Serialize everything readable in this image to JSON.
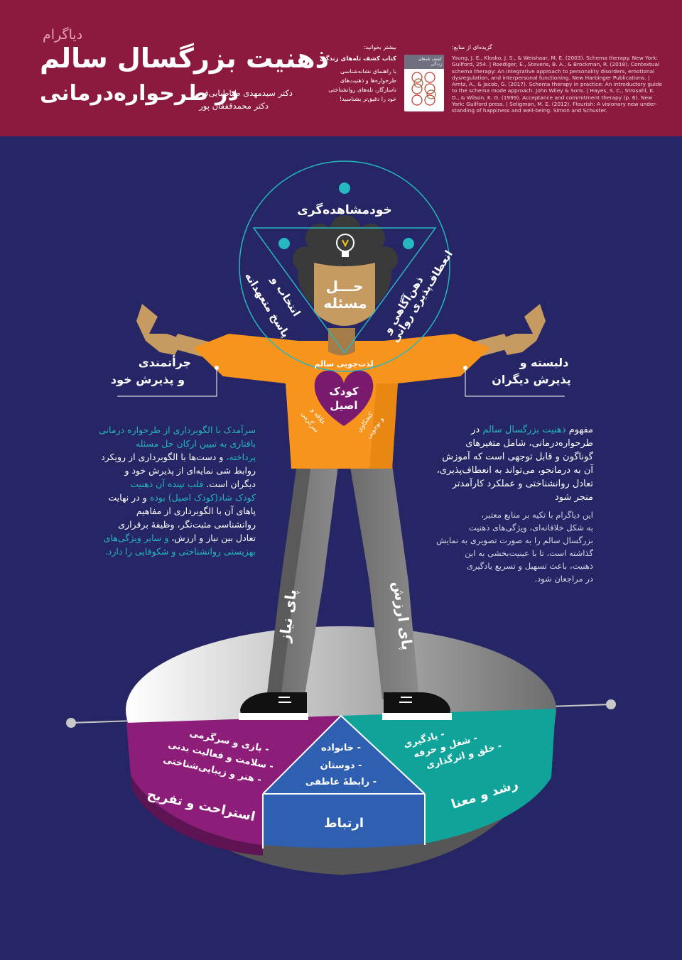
{
  "header": {
    "label": "دیاگرام",
    "title_line1": "ذهنیت بزرگسال سالم",
    "title_line2": "در طرحواره‌درمانی",
    "author1": "دکتر سیدمهدی طباطبایی‌فر",
    "author2": "دکتر محمدقفقان پور",
    "more_title": "بیشتر بخوانید:",
    "more_book": "کتاب کشف تله‌های زندگی",
    "more_lines": [
      "با راهنمای نشانه‌شناسی",
      "طرحواره‌ها و ذهنیت‌های",
      "ناسازگار، تله‌های روانشناختی",
      "خود را دقیق‌تر بشناسید!"
    ],
    "book_cover_label": "کشف تله‌های زندگی",
    "refs_title": "گزیده‌ای از منابع:",
    "refs_lines": [
      "Young, J. E., Klosko, J. S., & Weishaar, M. E. (2003). Schema therapy. New York:",
      "Guilford, 254. | Roediger, E., Stevens, B. A., & Brockman, R. (2018). Contextual",
      "schema therapy: An integrative approach to personality disorders, emotional",
      "dysregulation, and interpersonal functioning. New Harbinger Publications. |",
      "Arntz, A., & Jacob, G. (2017). Schema therapy in practice: An introductory guide",
      "to the schema mode approach. John Wiley & Sons. | Hayes, S. C., Strosahl, K.",
      "D., & Wilson, K. G. (1999). Acceptance and commitment therapy (p. 6). New",
      "York: Guilford press. | Seligman, M. E. (2012). Flourish: A visionary new under-",
      "standing of happiness and well-being. Simon and Schuster."
    ]
  },
  "diagram": {
    "top": "خودمشاهده‌گری",
    "left_arc_1": "انتخاب و",
    "left_arc_2": "پاسخ متعهدانه",
    "right_arc_1": "ذهن‌آگاهی و",
    "right_arc_2": "انعطاف‌پذیری روانی",
    "center_1": "حـــل",
    "center_2": "مسئله",
    "joy": "لذت‌جویی سالم",
    "heart_1": "کودک",
    "heart_2": "اصیل",
    "heart_left_1": "علاقه و",
    "heart_left_2": "سرگرمی",
    "heart_right_1": "کنجکاوی",
    "heart_right_2": "و نوجویی",
    "left_hand_1": "جرأتمندی",
    "left_hand_2": "و پذیرش خود",
    "right_hand_1": "دلبسته و",
    "right_hand_2": "پذیرش دیگران",
    "leg_left": "پای نیاز",
    "leg_right": "پای ارزش"
  },
  "base": {
    "leisure_title": "استراحت و تفریح",
    "leisure_items": [
      "- بازی و سرگرمی",
      "- سلامت و فعالیت بدنی",
      "- هنر و زیبایی‌شناختی"
    ],
    "relation_title": "ارتباط",
    "relation_items": [
      "- خانواده",
      "- دوستان",
      "- رابطهٔ عاطفی"
    ],
    "growth_title": "رشد و معنا",
    "growth_items": [
      "- یادگیری",
      "- شغل و حرفه",
      "- خلق و اثرگذاری"
    ]
  },
  "text_left": {
    "l1": "سرآمدک با الگوبرداری از طرحواره درمانی",
    "l2": "بافتاری به تبیین ارکان حل مسئله",
    "l3a": "پرداخته،",
    "l3b": " و دست‌ها با الگوبرداری از رویکرد",
    "l4": "روابط شی نمایه‌ای از پذیرش خود و",
    "l5a": "دیگران است.",
    "l5b": " قلب تپنده آن ذهنیت",
    "l6a": "کودک شاد(کودک اصیل) بوده",
    "l6b": " و در نهایت",
    "l7": "پاهای آن با الگوبرداری از مفاهیم",
    "l8": "روانشناسی مثبت‌نگر، وظیفهٔ برقراری",
    "l9a": "تعادل بین نیاز و ارزش،",
    "l9b": " و سایر ویژگی‌های",
    "l10": "بهزیستی روانشناختی و شکوفایی را دارد."
  },
  "text_right": {
    "l1a": "مفهوم ",
    "l1b": "ذهنیت بزرگسال سالم",
    "l1c": " در",
    "l2": "طرحواره‌درمانی، شامل متغیرهای",
    "l3": "گوناگون و قابل توجهی است که آموزش",
    "l4": "آن به درمانجو، می‌تواند به انعطاف‌پذیری،",
    "l5": "تعادل روانشناختی و عملکرد کارآمدتر",
    "l6": "منجر شود",
    "p2": [
      "این دیاگرام با تکیه بر منابع معتبر،",
      "به شکل خلاقانه‌ای، ویژگی‌های ذهنیت",
      "بزرگسال سالم را به صورت تصویری به نمایش",
      "گذاشته است، تا با عینیت‌بخشی به این",
      "ذهنیت، باعث تسهیل و تسریع یادگیری",
      "در مراجعان شود."
    ]
  },
  "colors": {
    "header_bg": "#8c1a3f",
    "page_bg": "#262565",
    "accent_teal": "#25b8c0",
    "shirt_orange": "#f7941d",
    "heart_purple": "#7a1a6e",
    "base_purple": "#8c1e7a",
    "base_blue": "#2e5fb0",
    "base_teal": "#10a39a"
  }
}
